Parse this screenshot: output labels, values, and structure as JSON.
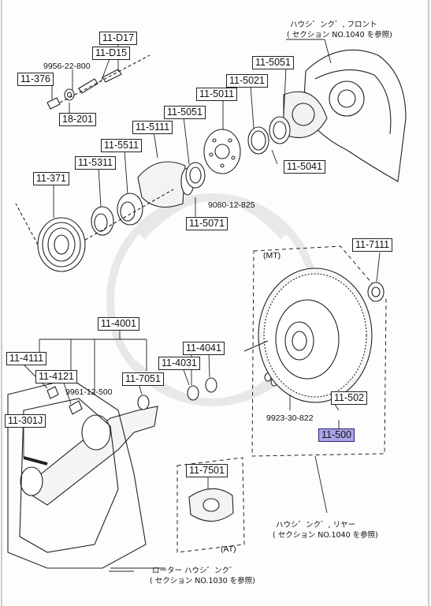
{
  "labels": {
    "p11_D17": "11-D17",
    "p11_D15": "11-D15",
    "p11_376": "11-376",
    "p18_201": "18-201",
    "p11_5051_top": "11-5051",
    "p11_5021": "11-5021",
    "p11_5011": "11-5011",
    "p11_5051_mid": "11-5051",
    "p11_5111": "11-5111",
    "p11_5511": "11-5511",
    "p11_5311": "11-5311",
    "p11_371": "11-371",
    "p11_5041": "11-5041",
    "p11_5071": "11-5071",
    "p11_7111": "11-7111",
    "p11_4001": "11-4001",
    "p11_4041": "11-4041",
    "p11_4111": "11-4111",
    "p11_4031": "11-4031",
    "p11_4121": "11-4121",
    "p11_7051": "11-7051",
    "p11_301J": "11-301J",
    "p11_502": "11-502",
    "p11_500": "11-500",
    "p11_7501": "11-7501"
  },
  "numbers": {
    "n9956": "9956-22-800",
    "n9080": "9080-12-825",
    "n9961": "9961-12-500",
    "n9923": "9923-30-822"
  },
  "tags": {
    "mt": "(MT)",
    "at": "(AT)"
  },
  "notes": {
    "front_1": "ハウシ゛ンク゛, フロント",
    "front_2": "( セクション NO.1040 を参照)",
    "rear_1": "ハウシ゛ンク゛, リヤー",
    "rear_2": "( セクション NO.1040 を参照)",
    "rotor_1": "ローター ハウシ゛ンク゛",
    "rotor_2": "( セクション NO.1030 を参照)"
  },
  "colors": {
    "highlight": "#a9a4e8",
    "line": "#222222"
  }
}
